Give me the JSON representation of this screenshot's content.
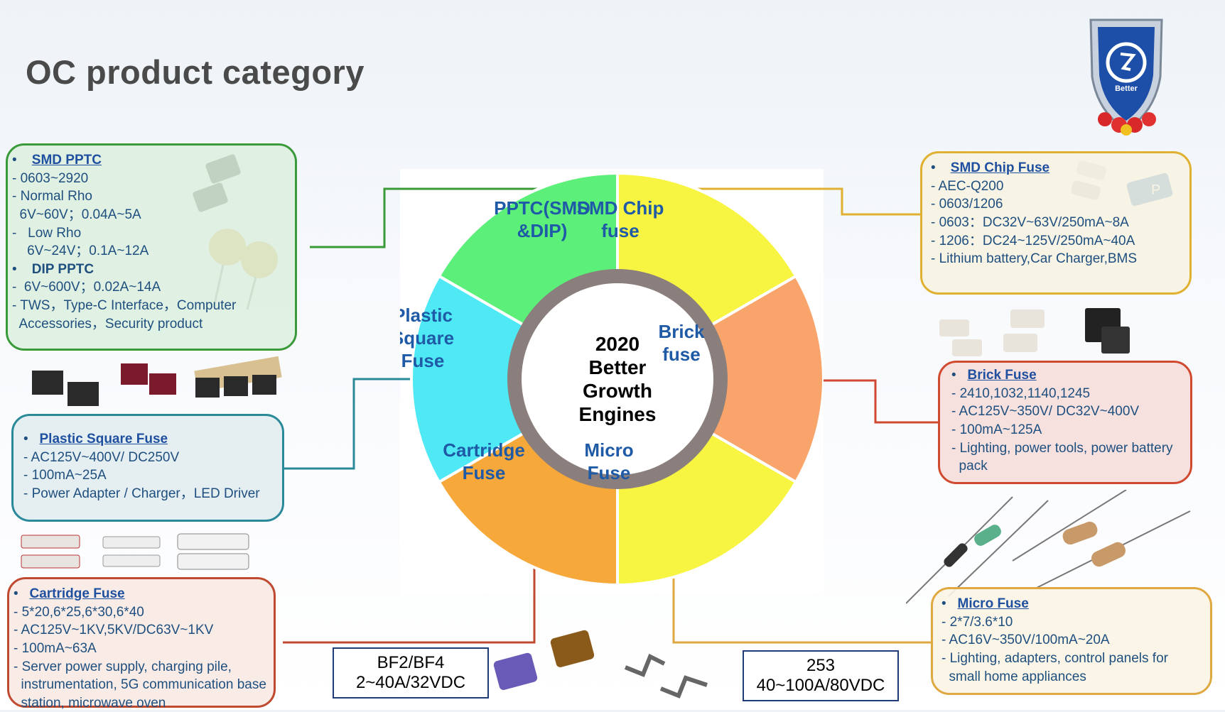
{
  "title": "OC product category",
  "logo_text": "Better",
  "wheel": {
    "center": [
      "2020",
      "Better",
      "Growth",
      "Engines"
    ],
    "segments": [
      {
        "lines": [
          "PPTC(SMD",
          "&DIP)"
        ],
        "color": "#5cf07a"
      },
      {
        "lines": [
          "SMD Chip",
          "fuse"
        ],
        "color": "#f7f542"
      },
      {
        "lines": [
          "Brick",
          "fuse"
        ],
        "color": "#f9a46a"
      },
      {
        "lines": [
          "Micro",
          "Fuse"
        ],
        "color": "#f7f542"
      },
      {
        "lines": [
          "Cartridge",
          "Fuse"
        ],
        "color": "#f7a83a"
      },
      {
        "lines": [
          "Plastic",
          "Square",
          "Fuse"
        ],
        "color": "#4fe9f5"
      }
    ]
  },
  "boxes": {
    "pptc": {
      "heading": "SMD  PPTC",
      "lines": [
        "- 0603~2920",
        "- Normal Rho",
        "  6V~60V；0.04A~5A",
        "-   Low Rho",
        "    6V~24V；0.1A~12A"
      ],
      "heading2": "DIP PPTC",
      "lines2": [
        "-  6V~600V；0.02A~14A",
        "- TWS，Type-C Interface，Computer",
        "  Accessories，Security product"
      ],
      "border": "#3a9a3a"
    },
    "chip": {
      "heading": "SMD Chip Fuse",
      "lines": [
        "- AEC-Q200",
        "- 0603/1206",
        "- 0603：DC32V~63V/250mA~8A",
        "- 1206：DC24~125V/250mA~40A",
        "- Lithium battery,Car Charger,BMS"
      ],
      "border": "#e0b030"
    },
    "plastic": {
      "heading": "Plastic Square Fuse",
      "lines": [
        "- AC125V~400V/ DC250V",
        "- 100mA~25A",
        "- Power Adapter / Charger，LED Driver"
      ],
      "border": "#2a8a9a"
    },
    "brick": {
      "heading": "Brick Fuse",
      "lines": [
        "- 2410,1032,1140,1245",
        "- AC125V~350V/ DC32V~400V",
        "- 100mA~125A",
        "- Lighting, power tools, power battery",
        "  pack"
      ],
      "border": "#d04a30"
    },
    "cartridge": {
      "heading": "Cartridge Fuse",
      "lines": [
        "- 5*20,6*25,6*30,6*40",
        "- AC125V~1KV,5KV/DC63V~1KV",
        "- 100mA~63A",
        "- Server power supply, charging pile,",
        "  instrumentation, 5G communication base",
        "  station, microwave oven"
      ],
      "border": "#c04a30"
    },
    "micro": {
      "heading": "Micro Fuse",
      "lines": [
        "- 2*7/3.6*10",
        "- AC16V~350V/100mA~20A",
        "- Lighting, adapters, control panels for",
        "  small home appliances"
      ],
      "border": "#e0a840"
    }
  },
  "specs": {
    "bf": [
      "BF2/BF4",
      "2~40A/32VDC"
    ],
    "s253": [
      "253",
      "40~100A/80VDC"
    ]
  }
}
